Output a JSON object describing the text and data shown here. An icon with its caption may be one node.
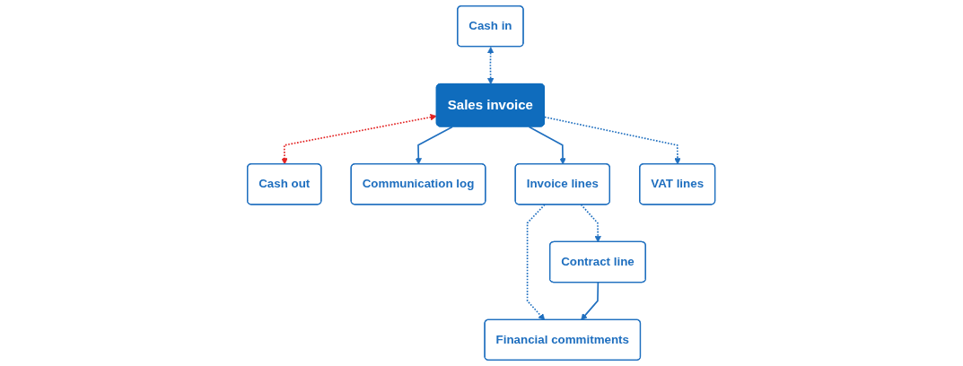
{
  "diagram": {
    "nodes": [
      {
        "text": [
          "Cash in"
        ]
      },
      {
        "text": [
          "Sales invoice"
        ]
      },
      {
        "text": [
          "Cash out"
        ]
      },
      {
        "text": [
          "Communication log"
        ]
      },
      {
        "text": [
          "Invoice lines"
        ]
      },
      {
        "text": [
          "VAT lines"
        ]
      },
      {
        "text": [
          "Contract line"
        ]
      },
      {
        "text": [
          "Financial commitments"
        ]
      }
    ],
    "edges": [
      {
        "from": 0,
        "to": 1,
        "arrow": "both",
        "style": "dashed"
      },
      {
        "from": 1,
        "to": 2,
        "arrow": "both",
        "style": "dashed",
        "color": "#e32222"
      },
      {
        "from": 1,
        "to": 3,
        "arrow": "to"
      },
      {
        "from": 1,
        "to": 4,
        "arrow": "to"
      },
      {
        "from": 1,
        "to": 5,
        "arrow": "to",
        "style": "dashed"
      },
      {
        "from": 4,
        "to": 6,
        "arrow": "to",
        "style": "dashed"
      },
      {
        "from": 4,
        "to": 7,
        "arrow": "to",
        "style": "dashed"
      },
      {
        "from": 6,
        "to": 7,
        "arrow": "to"
      }
    ]
  }
}
